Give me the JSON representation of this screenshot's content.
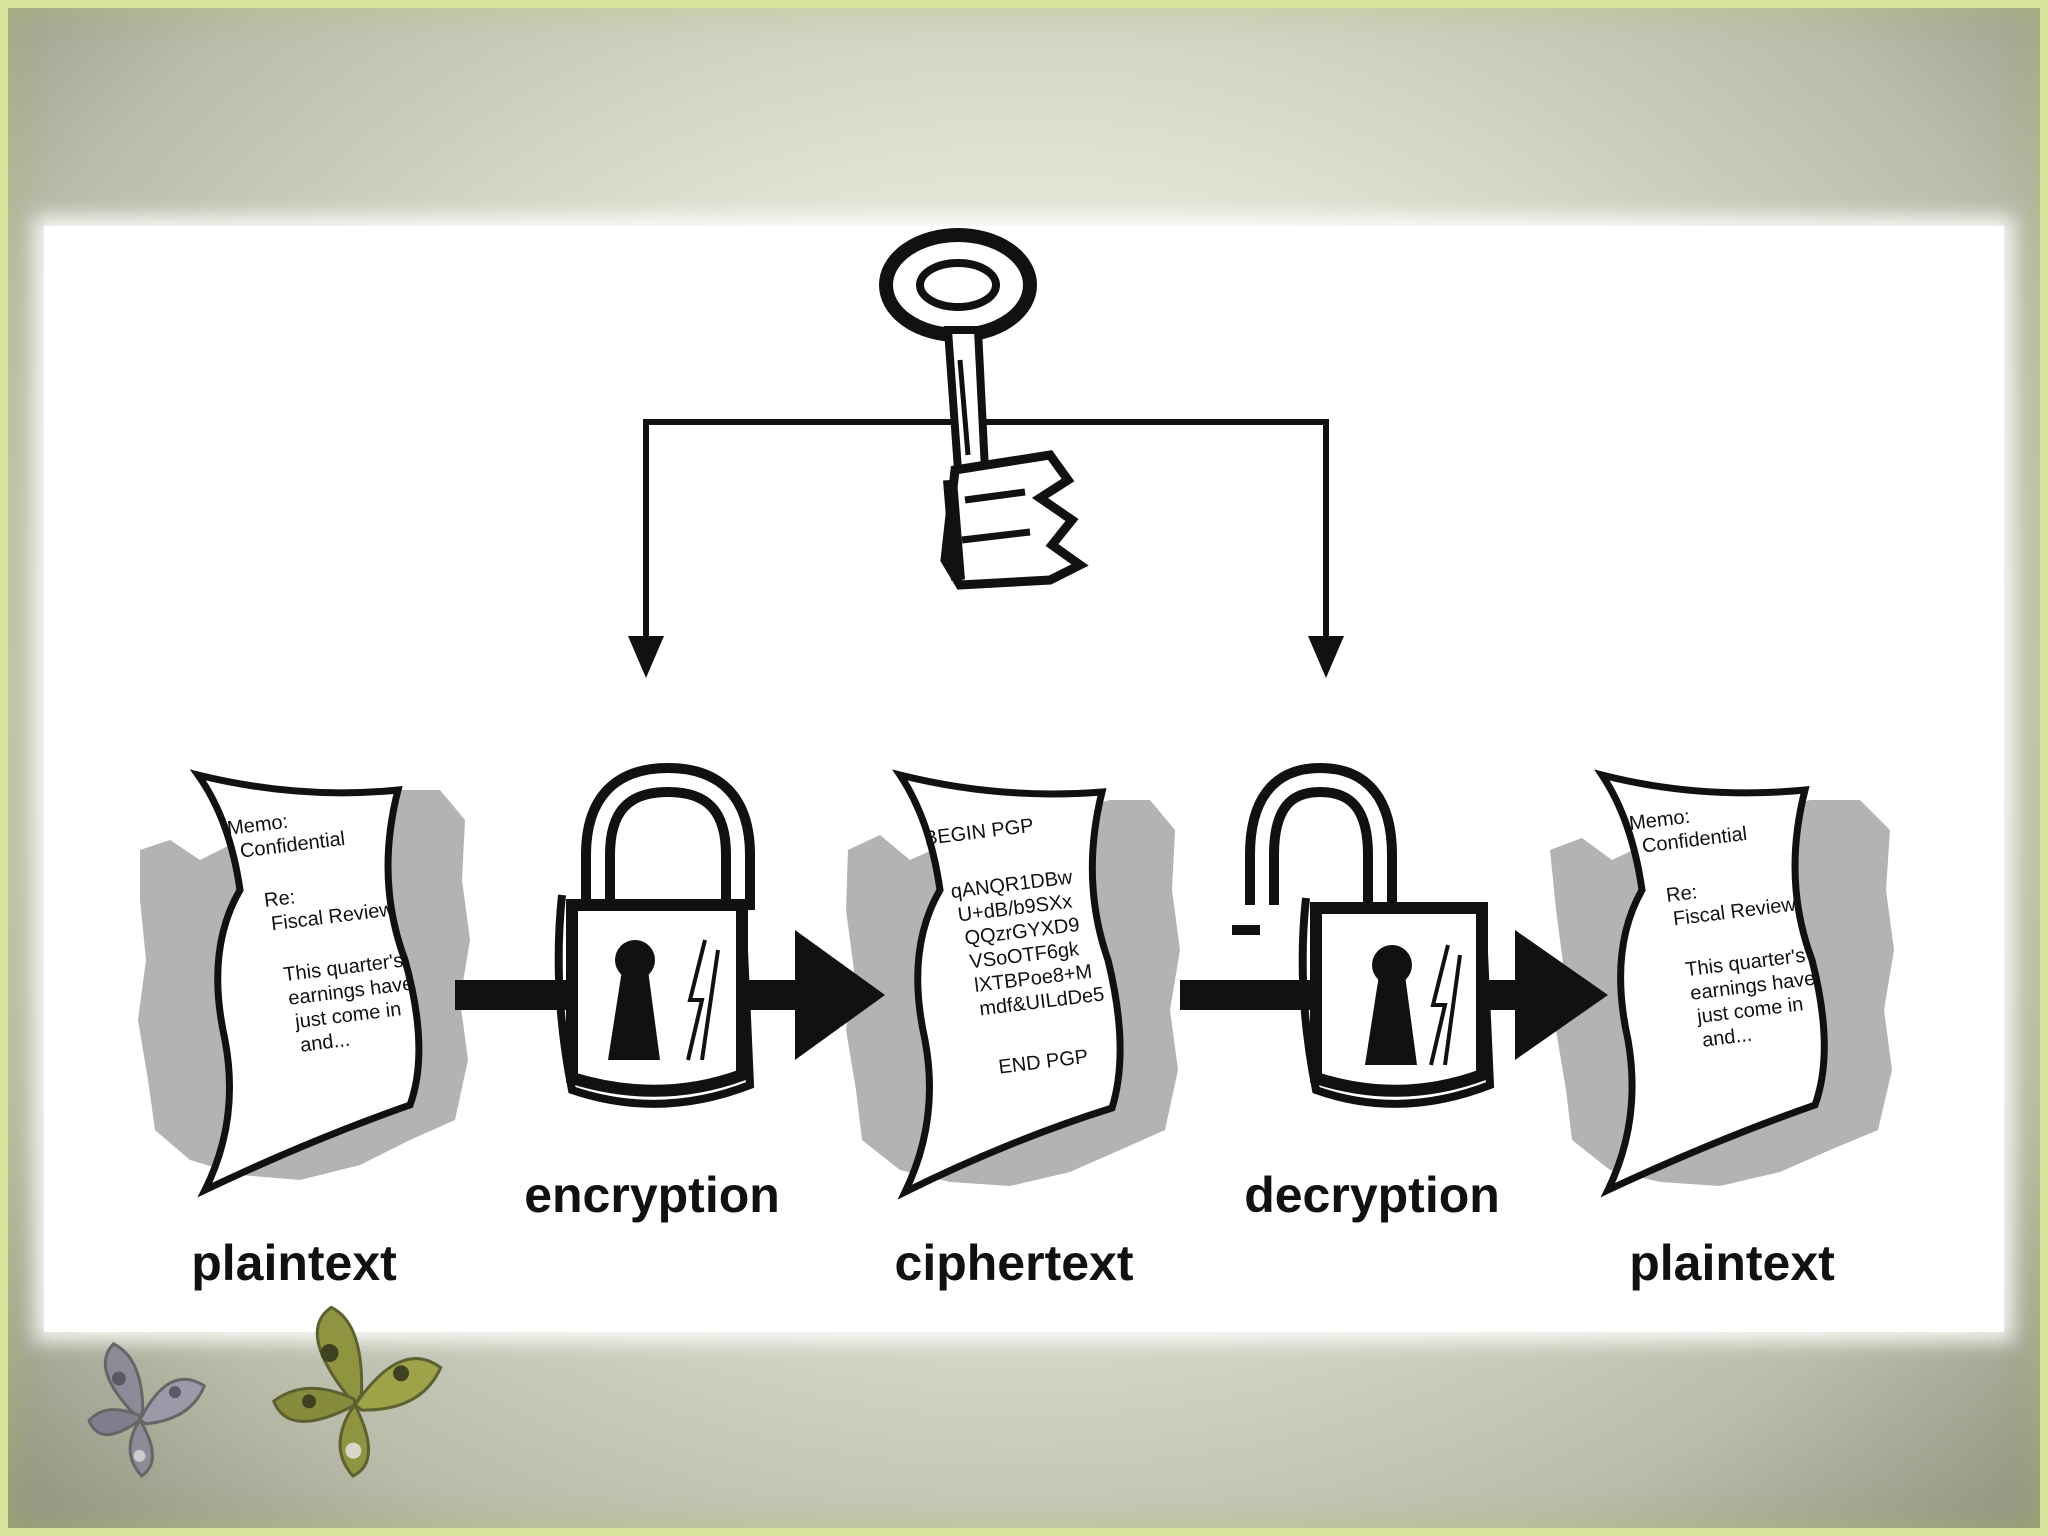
{
  "labels": {
    "plaintext_left": "plaintext",
    "encryption": "encryption",
    "ciphertext": "ciphertext",
    "decryption": "decryption",
    "plaintext_right": "plaintext"
  },
  "documents": {
    "plain_left": [
      "Memo:",
      "Confidential",
      "",
      "Re:",
      "Fiscal Review",
      "",
      "This quarter's",
      "earnings have",
      "just come in",
      "and..."
    ],
    "cipher": [
      "BEGIN PGP",
      "",
      "qANQR1DBw",
      "U+dB/b9SXx",
      "QQzrGYXD9",
      "VSoOTF6gk",
      "lXTBPoe8+M",
      "mdf&UILdDe5",
      "",
      "END PGP"
    ],
    "plain_right": [
      "Memo:",
      "Confidential",
      "",
      "Re:",
      "Fiscal Review",
      "",
      "This quarter's",
      "earnings have",
      "just come in",
      "and..."
    ]
  },
  "icons": [
    "key-icon",
    "locked-padlock-icon",
    "unlocked-padlock-icon",
    "document-icon",
    "butterfly-icon"
  ],
  "colors": {
    "ink": "#111111",
    "shadow": "#b3b3b3",
    "background_green": "#d6e39a",
    "butterfly_olive": "#8f9440",
    "butterfly_gray": "#8c8c99"
  }
}
